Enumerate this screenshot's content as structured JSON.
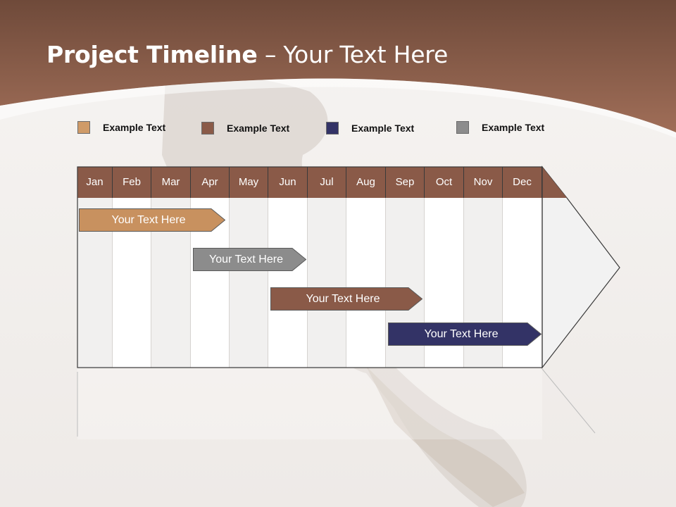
{
  "title": {
    "bold": "Project Timeline",
    "rest": " – Your Text Here"
  },
  "colors": {
    "header_brown": "#8a5f4c",
    "month_header": "#8a5a48",
    "tan": "#c8915f",
    "brown": "#8a5a48",
    "navy": "#333366",
    "gray": "#8c8c8c"
  },
  "legend": [
    {
      "label": "Example Text",
      "color": "#cf9b68"
    },
    {
      "label": "Example Text",
      "color": "#8a5a48"
    },
    {
      "label": "Example Text",
      "color": "#333366"
    },
    {
      "label": "Example Text",
      "color": "#8c8c8c"
    }
  ],
  "months": [
    "Jan",
    "Feb",
    "Mar",
    "Apr",
    "May",
    "Jun",
    "Jul",
    "Aug",
    "Sep",
    "Oct",
    "Nov",
    "Dec"
  ],
  "tasks": [
    {
      "label": "Your  Text Here",
      "color": "#c8915f"
    },
    {
      "label": "Your  Text Here",
      "color": "#8c8c8c"
    },
    {
      "label": "Your  Text Here",
      "color": "#8a5a48"
    },
    {
      "label": "Your  Text Here",
      "color": "#333366"
    }
  ]
}
